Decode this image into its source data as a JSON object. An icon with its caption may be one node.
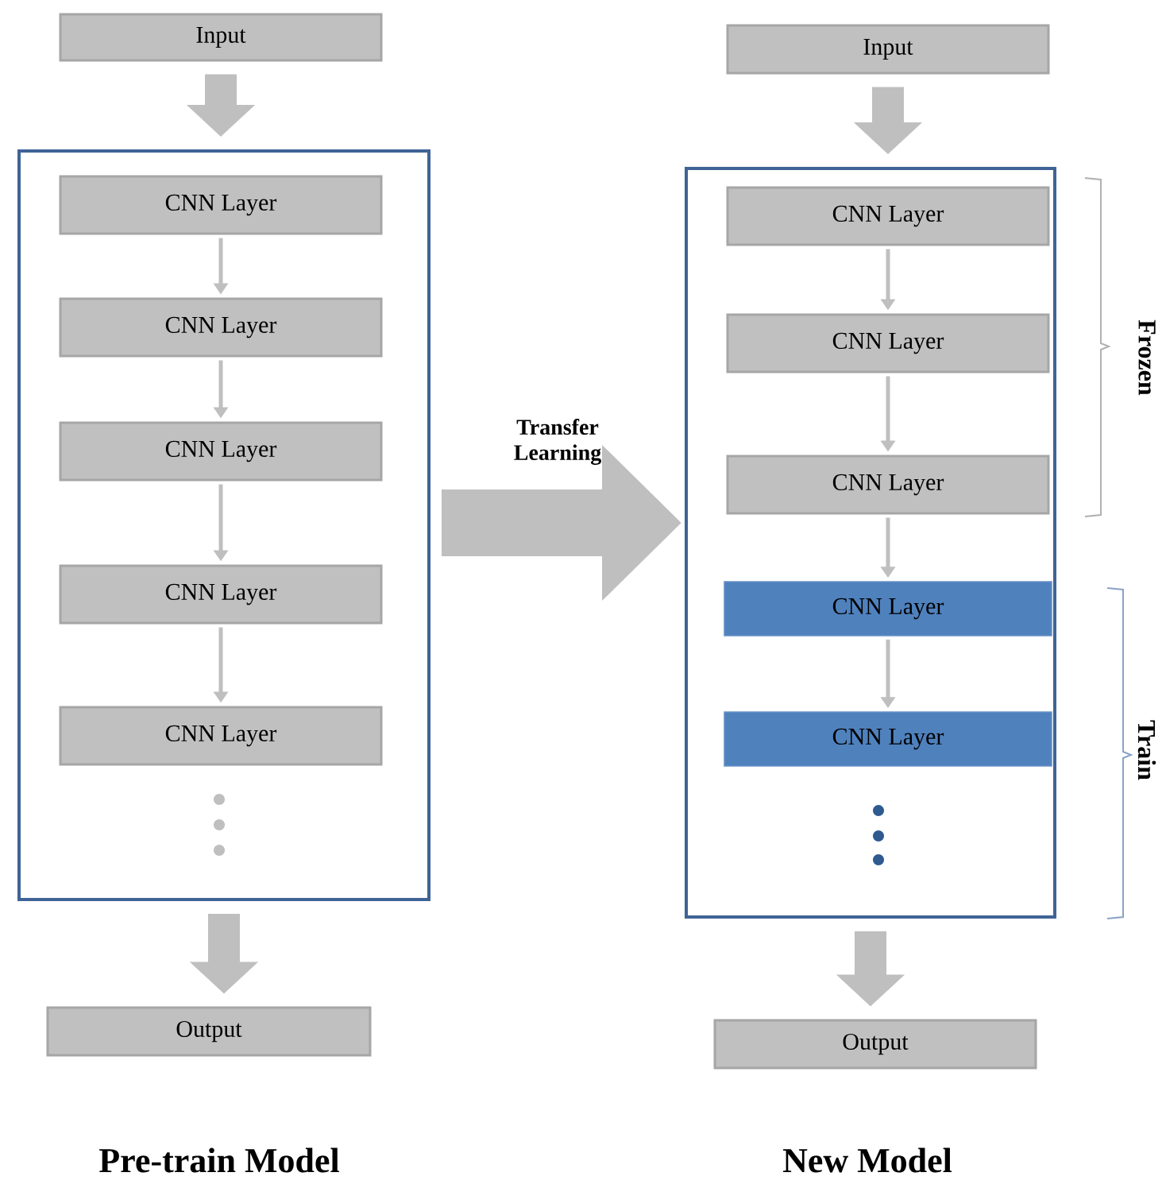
{
  "diagram": {
    "nodes": [
      {
        "text": [
          "Input"
        ]
      },
      {
        "text": [],
        "shape": "box"
      },
      {
        "text": [
          "CNN Layer"
        ],
        "in": 1
      },
      {
        "text": [
          "CNN Layer"
        ],
        "in": 1
      },
      {
        "text": [
          "CNN Layer"
        ],
        "in": 1
      },
      {
        "text": [
          "CNN Layer"
        ],
        "in": 1
      },
      {
        "text": [
          "CNN Layer"
        ],
        "in": 1
      },
      {
        "text": [
          "Output"
        ]
      },
      {
        "text": [
          "Input"
        ]
      },
      {
        "text": [],
        "shape": "box"
      },
      {
        "text": [
          "CNN Layer"
        ],
        "in": 9
      },
      {
        "text": [
          "CNN Layer"
        ],
        "in": 9
      },
      {
        "text": [
          "CNN Layer"
        ],
        "in": 9
      },
      {
        "text": [
          "CNN Layer"
        ],
        "in": 9
      },
      {
        "text": [
          "CNN Layer"
        ],
        "in": 9
      },
      {
        "text": [
          "Output"
        ]
      }
    ],
    "edges": [
      {
        "from": 0,
        "to": 1,
        "arrow": "to",
        "style": "thick"
      },
      {
        "from": 2,
        "to": 3,
        "arrow": "to"
      },
      {
        "from": 3,
        "to": 4,
        "arrow": "to"
      },
      {
        "from": 4,
        "to": 5,
        "arrow": "to"
      },
      {
        "from": 5,
        "to": 6,
        "arrow": "to"
      },
      {
        "from": 1,
        "to": 7,
        "arrow": "to",
        "style": "thick"
      },
      {
        "from": 1,
        "to": 9,
        "arrow": "to",
        "style": "thick",
        "label": "Transfer Learning"
      },
      {
        "from": 8,
        "to": 9,
        "arrow": "to",
        "style": "thick"
      },
      {
        "from": 10,
        "to": 11,
        "arrow": "to"
      },
      {
        "from": 11,
        "to": 12,
        "arrow": "to"
      },
      {
        "from": 12,
        "to": 13,
        "arrow": "to"
      },
      {
        "from": 13,
        "to": 14,
        "arrow": "to"
      },
      {
        "from": 9,
        "to": 15,
        "arrow": "to",
        "style": "thick"
      }
    ],
    "labels": [
      "Frozen",
      "Train",
      "Pre-train Model",
      "New Model"
    ]
  }
}
